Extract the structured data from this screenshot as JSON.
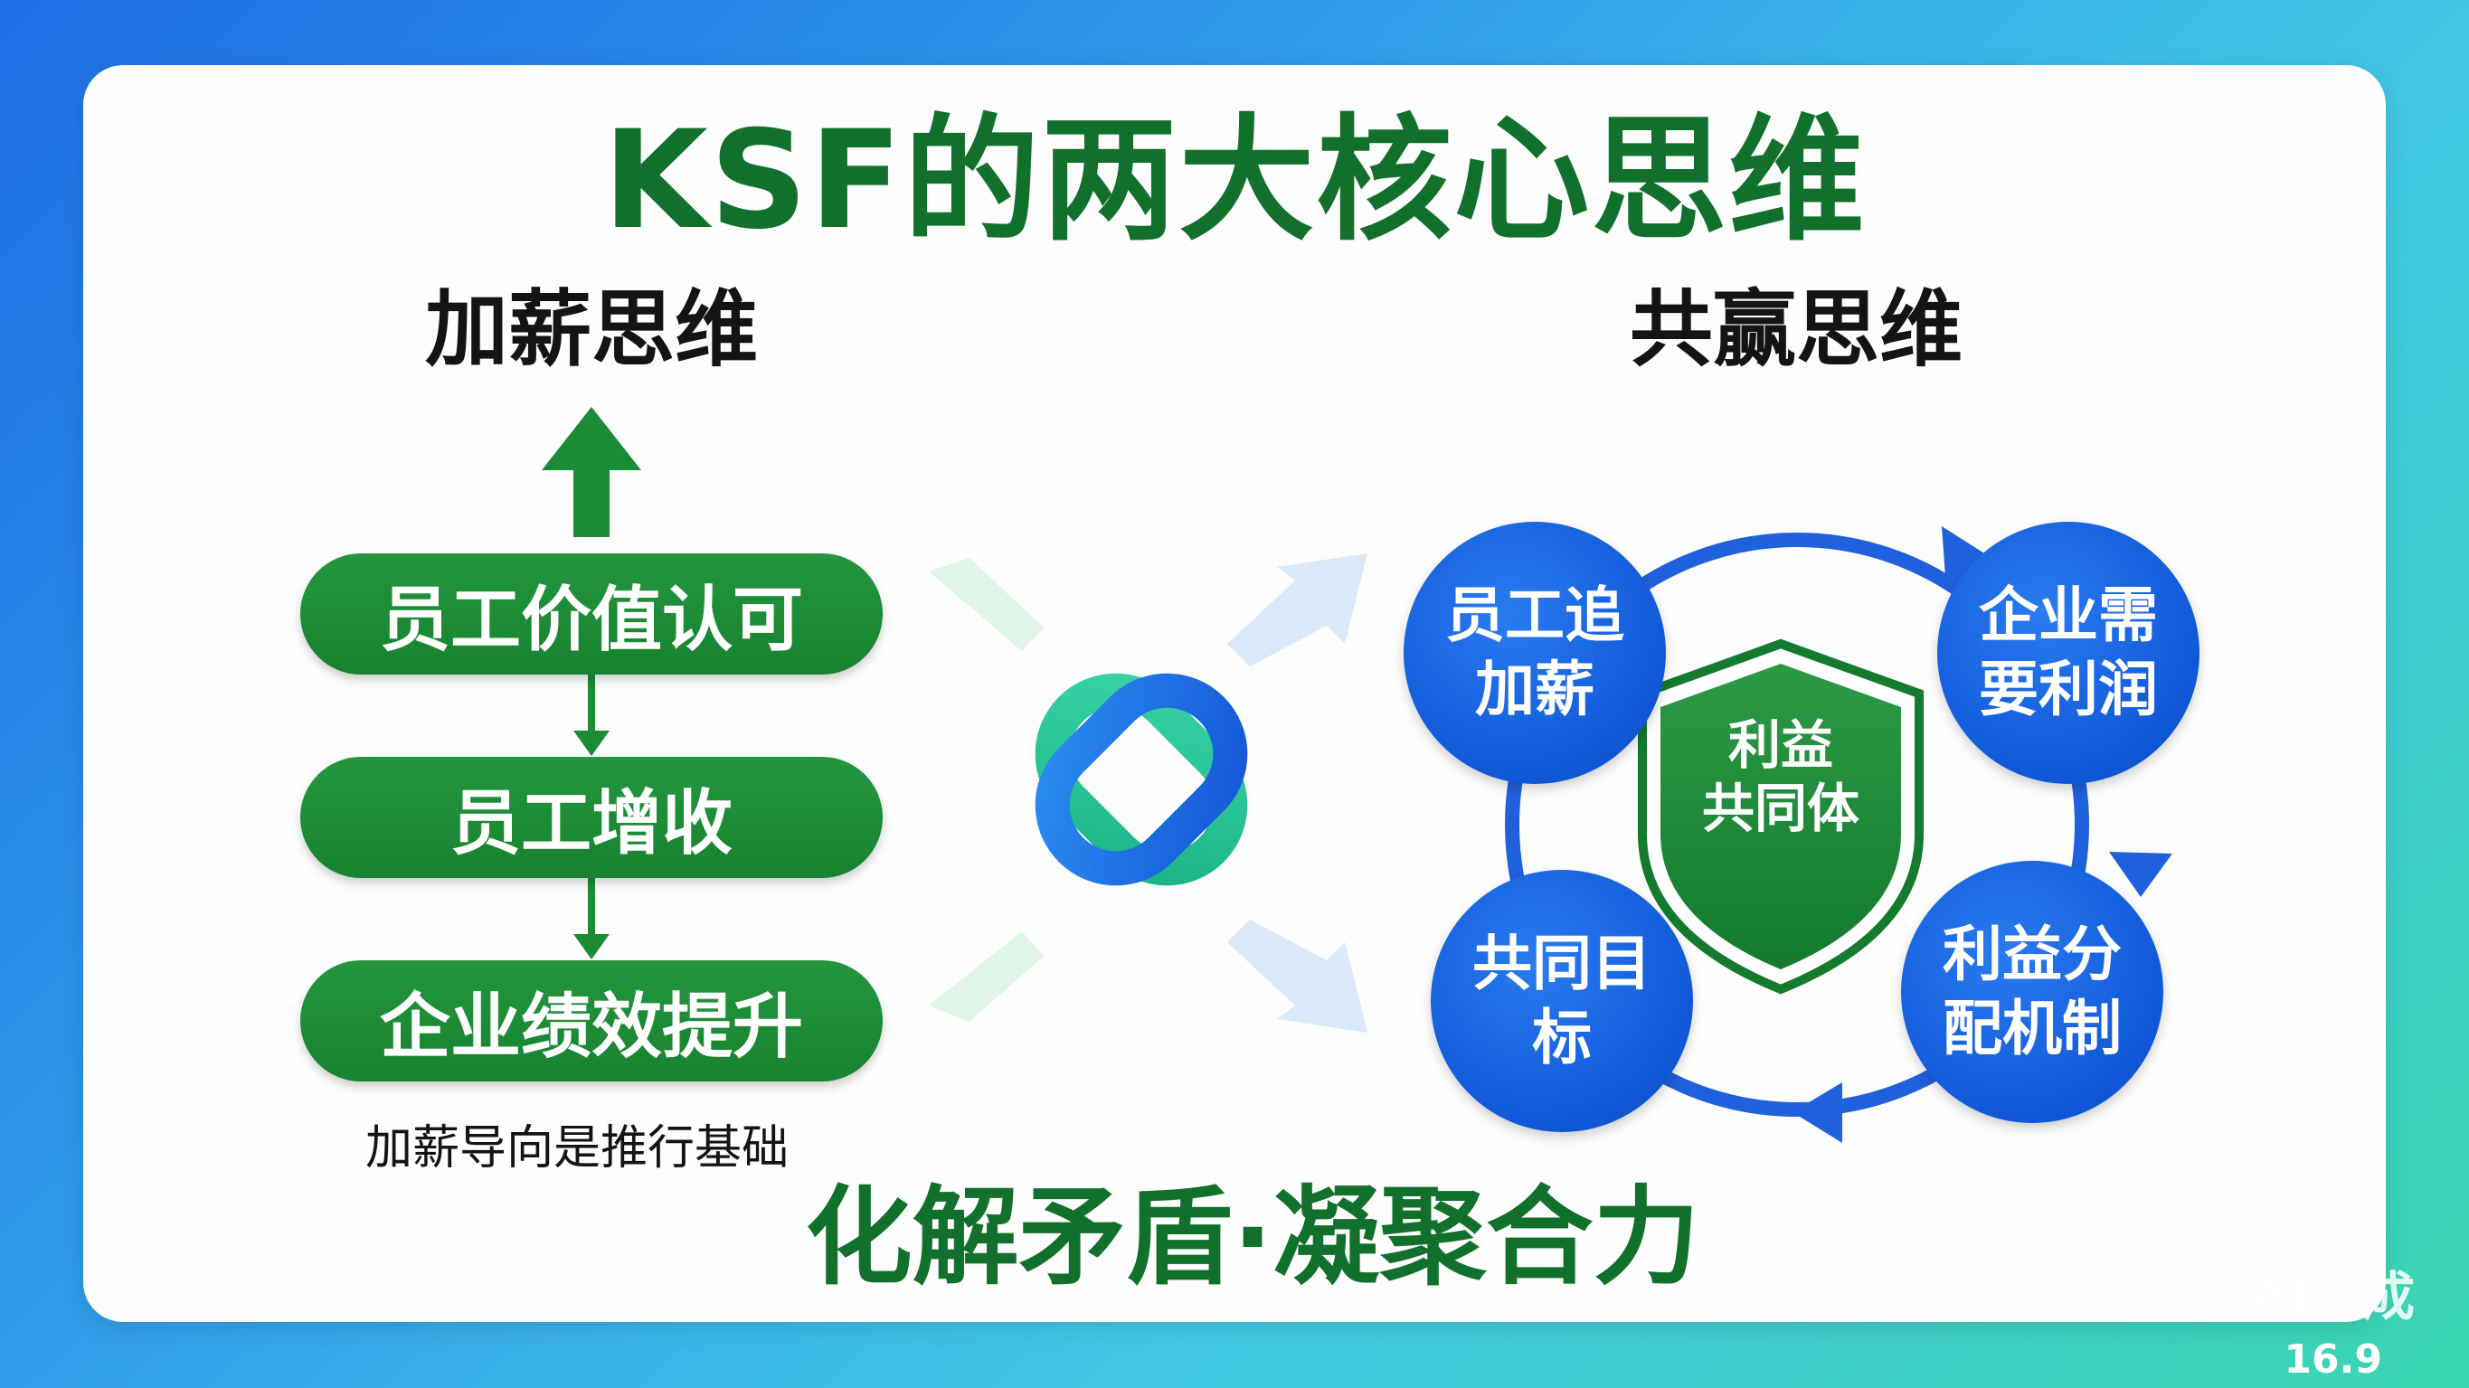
{
  "title": "KSF的两大核心思维",
  "left_panel": {
    "heading": "加薪思维",
    "steps": [
      "员工价值认可",
      "员工增收",
      "企业绩效提升"
    ],
    "note": "加薪导向是推行基础"
  },
  "right_panel": {
    "heading": "共赢思维",
    "nodes": {
      "top_left": "员工追加薪",
      "top_right": "企业需要利润",
      "bottom_right": "利益分配机制",
      "bottom_left": "共同目标"
    },
    "center_line1": "利益",
    "center_line2": "共同体"
  },
  "slogan": "化解矛盾·凝聚合力",
  "watermark": "豆包AI生成",
  "ratio_label": "16.9",
  "colors": {
    "green": "#11712c",
    "pill_green": "#1c8b36",
    "blue": "#1058d8",
    "background_start": "#1e6ee6",
    "background_end": "#3ad6b0"
  },
  "icons": {
    "up_arrow": "up-arrow-icon",
    "down_arrow": "down-arrow-icon",
    "center_logo": "interlocked-rings-icon",
    "shield": "shield-icon",
    "cycle": "circular-arrows-icon"
  }
}
